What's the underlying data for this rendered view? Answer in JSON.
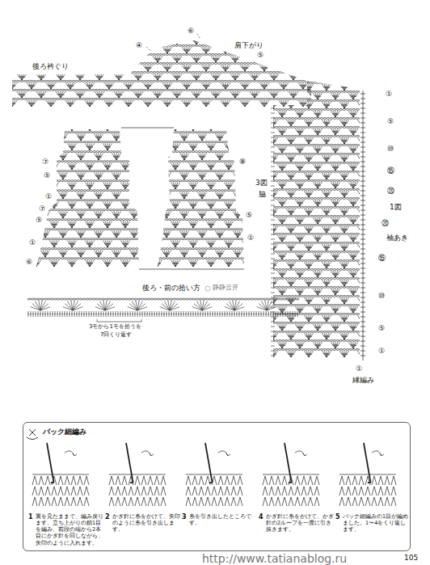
{
  "diagram": {
    "nodes": [
      {
        "text": [
          "バック細編み",
          "1",
          "裏を見たままで、編み戻ります。立ち上がりの鎖1目を編み、前段の端から2本目にかぎ針を回しながら、矢印のように入れます。",
          "2",
          "かぎ針に糸をかけて、矢印のように糸を引き出します。",
          "3",
          "糸を引き出したところです。",
          "4",
          "かぎ針に糸をかけて、かぎ針の2ループを一度に引き抜きます。",
          "5",
          "バック細編みの1目が編めました。1〜4をくり返します。"
        ]
      }
    ],
    "labels": [
      "後ろ衿ぐり",
      "④",
      "⑥",
      "肩下がり",
      "⑤",
      "①",
      "⑤",
      "⑩",
      "⑮",
      "⑳",
      "1図",
      "⑳",
      "袖あき",
      "⑮",
      "⑩",
      "⑤",
      "①",
      "①",
      "縁編み",
      "3図",
      "脇",
      "⑦",
      "⑤",
      "①",
      "⑦",
      "⑤",
      "①",
      "⑥",
      "⑧",
      "⑤",
      "①",
      "後ろ・前の拾い方",
      "静静云开",
      "3モから1モを拾うを",
      "7回くり返す",
      "http://www.tatianablog.ru",
      "105"
    ]
  }
}
